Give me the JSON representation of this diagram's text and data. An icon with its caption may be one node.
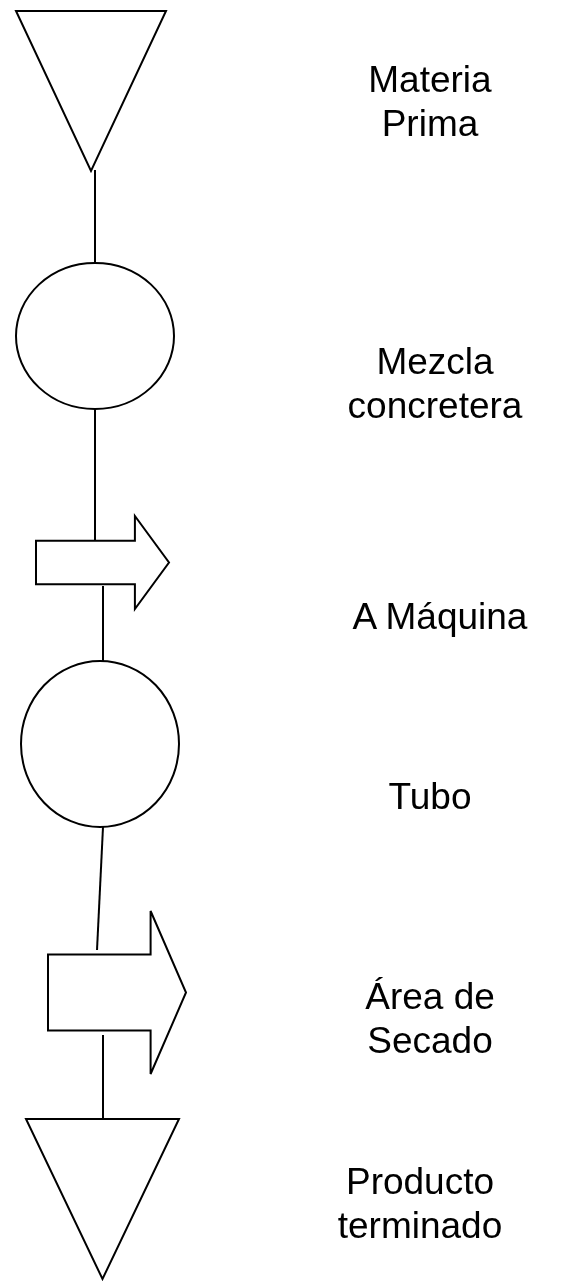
{
  "diagram": {
    "nodes": [
      {
        "text": [],
        "shape": "triangle"
      },
      {
        "text": [],
        "shape": "circle"
      },
      {
        "text": [],
        "shape": "arrow"
      },
      {
        "text": [],
        "shape": "circle"
      },
      {
        "text": [],
        "shape": "arrow"
      },
      {
        "text": [],
        "shape": "triangle"
      }
    ],
    "edges": [
      {
        "from": 0,
        "to": 1,
        "arrow": "none"
      },
      {
        "from": 1,
        "to": 2,
        "arrow": "none"
      },
      {
        "from": 2,
        "to": 3,
        "arrow": "none"
      },
      {
        "from": 3,
        "to": 4,
        "arrow": "none"
      },
      {
        "from": 4,
        "to": 5,
        "arrow": "none"
      }
    ],
    "labels": [
      "Materia Prima",
      "Mezcla concretera",
      "A Máquina",
      "Tubo",
      "Área de Secado",
      "Producto terminado"
    ]
  }
}
